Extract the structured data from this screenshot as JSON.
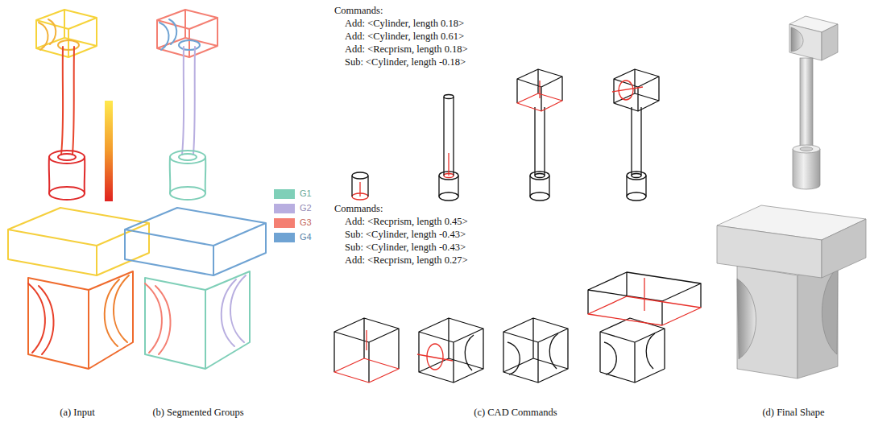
{
  "diagram": {
    "labels": [
      "Commands:",
      "Add: <Cylinder, length 0.18>",
      "Add: <Cylinder, length 0.61>",
      "Add: <Recprism, length 0.18>",
      "Sub: <Cylinder, length -0.18>",
      "Commands:",
      "Add: <Recprism, length 0.45>",
      "Sub: <Cylinder, length -0.43>",
      "Sub: <Cylinder, length -0.43>",
      "Add: <Recprism, length 0.27>",
      "(a) Input",
      "(b) Segmented Groups",
      "(c) CAD Commands",
      "(d) Final Shape"
    ],
    "legend": [
      {
        "text": "G1",
        "color": "#7fcfb8"
      },
      {
        "text": "G2",
        "color": "#b8aee0"
      },
      {
        "text": "G3",
        "color": "#f47f72"
      },
      {
        "text": "G4",
        "color": "#6fa3d3"
      }
    ]
  }
}
